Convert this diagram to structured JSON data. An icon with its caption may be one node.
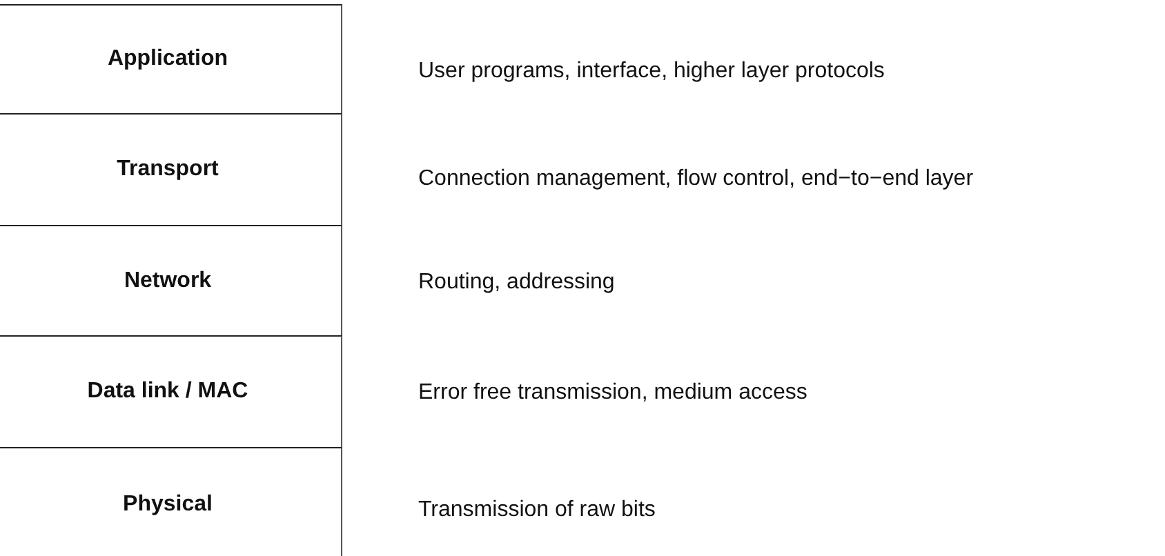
{
  "diagram": {
    "nodes": [
      {
        "text": [
          "Application"
        ],
        "beside": [
          "User programs, interface, higher layer protocols"
        ]
      },
      {
        "text": [
          "Transport"
        ],
        "beside": [
          "Connection management, flow control, end−to−end layer"
        ]
      },
      {
        "text": [
          "Network"
        ],
        "beside": [
          "Routing, addressing"
        ]
      },
      {
        "text": [
          "Data link / MAC"
        ],
        "beside": [
          "Error free transmission, medium access"
        ]
      },
      {
        "text": [
          "Physical"
        ],
        "beside": [
          "Transmission of raw bits"
        ]
      }
    ]
  }
}
